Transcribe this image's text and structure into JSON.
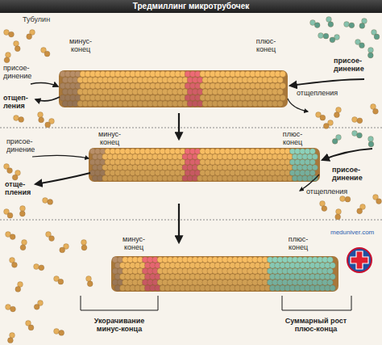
{
  "diagram": {
    "title": "Тредмиллинг микротрубочек",
    "labels": [
      "Тубулин",
      "минус-конец",
      "плюс-конец",
      "присое-динение",
      "отщеп-ления",
      "присое-динение",
      "отщепления",
      "присое-динение",
      "минус-конец",
      "отще-пления",
      "плюс-конец",
      "присое-динение",
      "отщепления",
      "минус-конец",
      "плюс-конец",
      "Укорачивание минус-конца",
      "Суммарный рост плюс-конца",
      "meduniver.com"
    ]
  }
}
